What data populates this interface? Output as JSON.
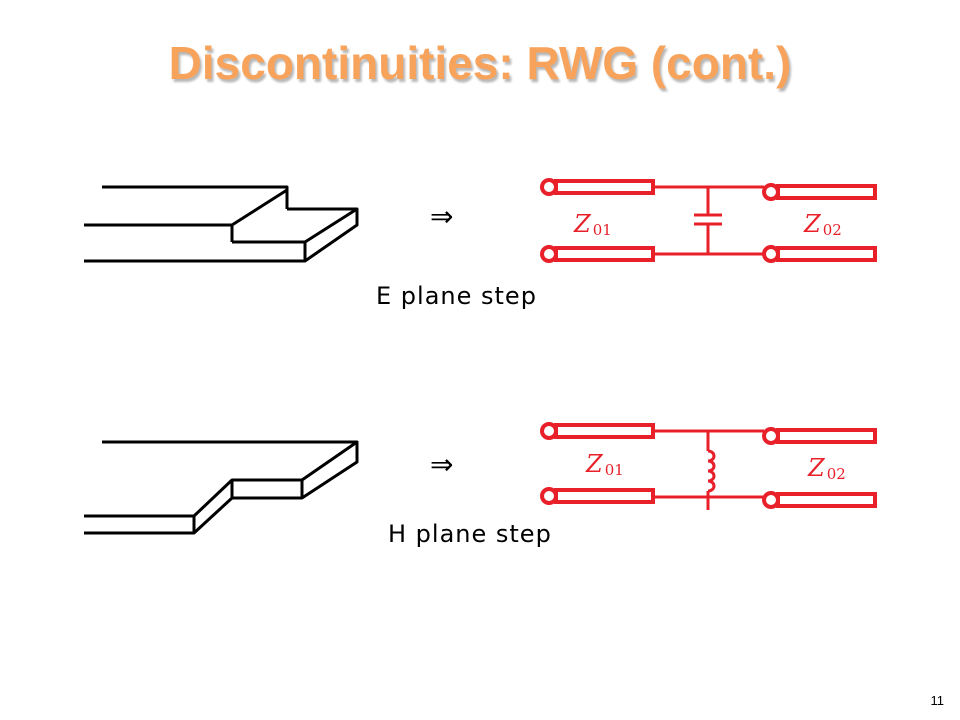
{
  "title": "Discontinuities: RWG (cont.)",
  "page_number": "11",
  "colors": {
    "title": "#f7a35c",
    "circuit": "#e8202a",
    "outline": "#000000"
  },
  "sections": [
    {
      "caption": "E plane step",
      "arrow": "⇒",
      "element": "capacitor",
      "z_left": {
        "main": "Z",
        "sub": "01"
      },
      "z_right": {
        "main": "Z",
        "sub": "02"
      }
    },
    {
      "caption": "H plane step",
      "arrow": "⇒",
      "element": "inductor",
      "z_left": {
        "main": "Z",
        "sub": "01"
      },
      "z_right": {
        "main": "Z",
        "sub": "02"
      }
    }
  ]
}
